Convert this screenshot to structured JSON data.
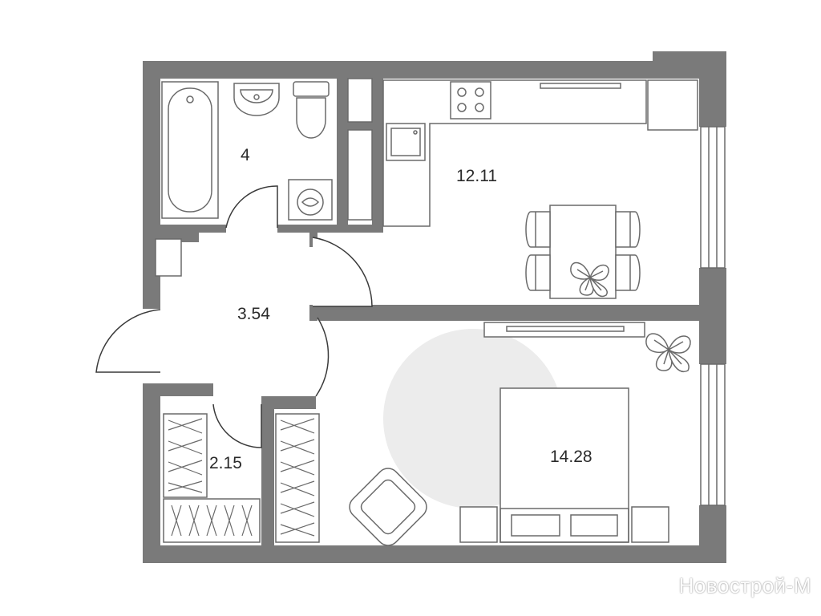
{
  "rooms": {
    "bathroom": {
      "area": "4"
    },
    "kitchen": {
      "area": "12.11"
    },
    "hallway": {
      "area": "3.54"
    },
    "storage": {
      "area": "2.15"
    },
    "bedroom": {
      "area": "14.28"
    }
  },
  "watermark": "Новострой-М",
  "colors": {
    "wall": "#7a7a7a",
    "line": "#6a6a6a",
    "furniture_fill": "#ffffff",
    "zone_circle": "#ececec",
    "label": "#2a2a2a"
  },
  "icons": [
    "bathtub-icon",
    "sink-icon",
    "toilet-icon",
    "washing-machine-icon",
    "stove-icon",
    "kitchen-sink-icon",
    "dining-table-icon",
    "chair-icon",
    "plant-icon",
    "armchair-icon",
    "bed-icon",
    "nightstand-icon",
    "radiator-icon",
    "window-icon",
    "door-icon"
  ]
}
